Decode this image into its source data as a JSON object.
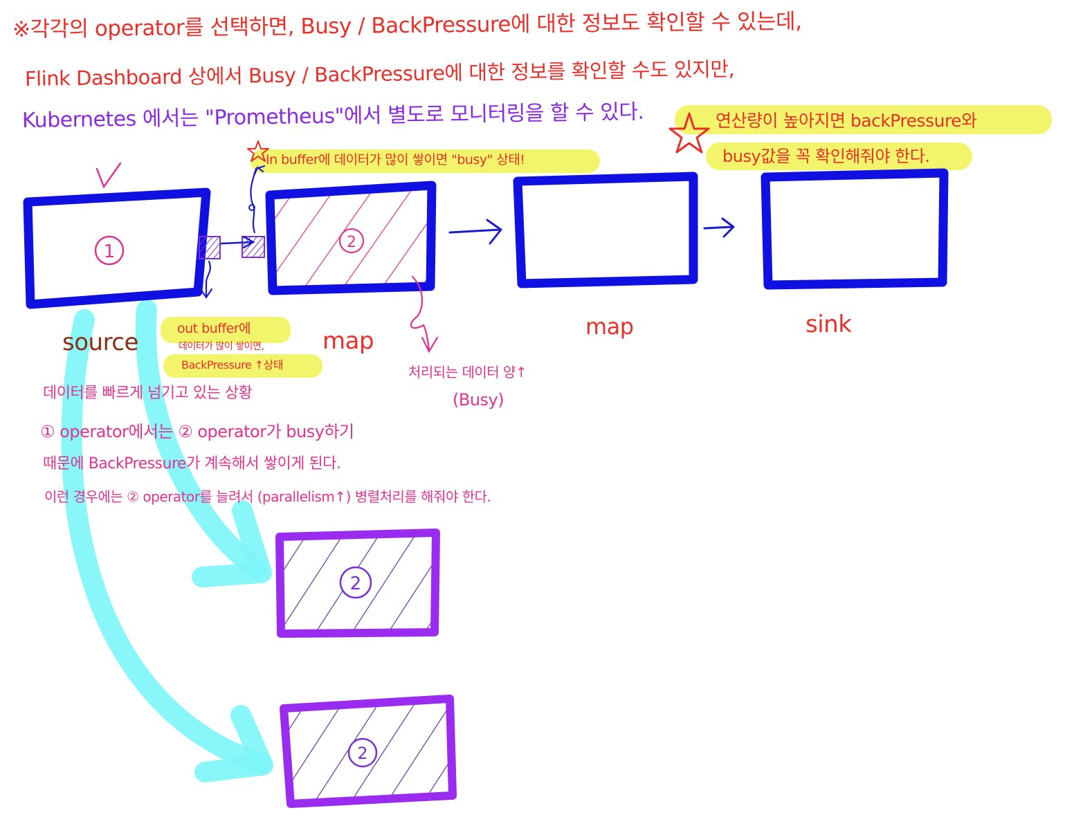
{
  "notes": {
    "line1": "※각각의 operator를 선택하면, Busy / BackPressure에 대한 정보도 확인할 수 있는데,",
    "line2": "Flink Dashboard 상에서 Busy / BackPressure에 대한 정보를 확인할 수도 있지만,",
    "line3": "Kubernetes 에서는 \"Prometheus\"에서 별도로 모니터링을 할 수 있다."
  },
  "callouts": {
    "top_right_line1": "연산량이 높아지면 backPressure와",
    "top_right_line2": "busy값을 꼭 확인해줘야 한다.",
    "in_buffer": "In buffer에 데이터가 많이 쌓이면 \"busy\" 상태!",
    "out_buffer_line1": "out buffer에",
    "out_buffer_line2": "데이터가 많이 쌓이면,",
    "out_buffer_line3": "BackPressure ↑상태",
    "processed": "처리되는 데이터 양↑",
    "busy_label": "(Busy)"
  },
  "operators": {
    "source_number": "①",
    "map_number": "②",
    "parallel1_number": "②",
    "parallel2_number": "②",
    "source_label": "source",
    "map_label": "map",
    "map2_label": "map",
    "sink_label": "sink"
  },
  "explanation": {
    "line1": "데이터를 빠르게 넘기고 있는 상황",
    "line2": "① operator에서는 ② operator가 busy하기",
    "line3": "때문에 BackPressure가 계속해서 쌓이게 된다.",
    "line4": "이런 경우에는 ② operator를 늘려서 (parallelism↑) 병렬처리를 해줘야 한다."
  },
  "colors": {
    "blue_box": "#1010e0",
    "purple_box": "#9a2cf0",
    "hatch_pink": "#e0338f",
    "hatch_purple": "#6a1fb5",
    "cyan_arrow": "#7cf5f8",
    "red": "#e8302a",
    "highlight": "#f2f56b"
  }
}
